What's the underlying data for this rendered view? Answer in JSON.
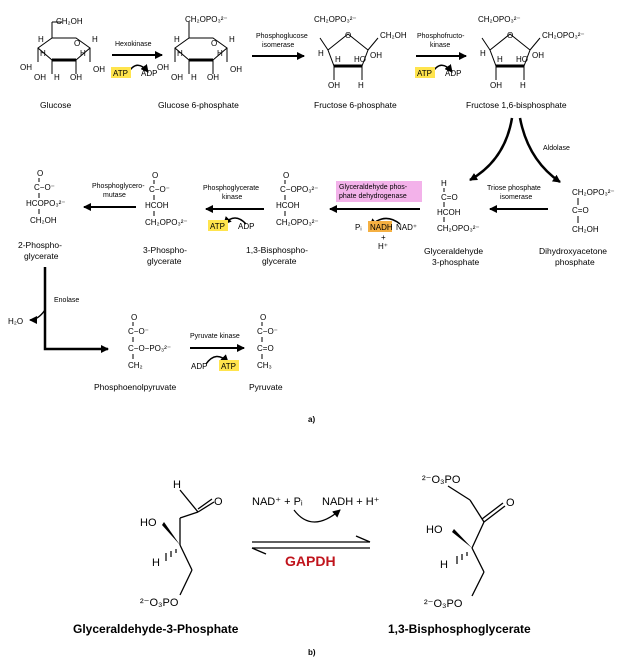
{
  "colors": {
    "atp_highlight": "#ffe44d",
    "nadh_highlight": "#f5b042",
    "enzyme_box": "#f3b2ea",
    "gapdh_red": "#c0141c"
  },
  "part_a": {
    "label": "a)",
    "molecules": {
      "glucose": "Glucose",
      "g6p": "Glucose 6-phosphate",
      "f6p": "Fructose 6-phosphate",
      "f16bp": "Fructose 1,6-bisphosphate",
      "dhap_1": "Dihydroxyacetone",
      "dhap_2": "phosphate",
      "gap_1": "Glyceraldehyde",
      "gap_2": "3-phosphate",
      "bpg_1": "1,3-Bisphospho-",
      "bpg_2": "glycerate",
      "pg3_1": "3-Phospho-",
      "pg3_2": "glycerate",
      "pg2_1": "2-Phospho-",
      "pg2_2": "glycerate",
      "pep": "Phosphoenolpyruvate",
      "pyruvate": "Pyruvate"
    },
    "enzymes": {
      "hexokinase": "Hexokinase",
      "pgi_1": "Phosphoglucose",
      "pgi_2": "isomerase",
      "pfk_1": "Phosphofructo-",
      "pfk_2": "kinase",
      "aldolase": "Aldolase",
      "tpi_1": "Triose phosphate",
      "tpi_2": "isomerase",
      "gapdh_1": "Glyceraldehyde phos-",
      "gapdh_2": "phate dehydrogenase",
      "pgk_1": "Phosphoglycerate",
      "pgk_2": "kinase",
      "pgm_1": "Phosphoglycero-",
      "pgm_2": "mutase",
      "enolase": "Enolase",
      "pk": "Pyruvate kinase"
    },
    "cofactors": {
      "atp": "ATP",
      "adp": "ADP",
      "nadh": "NADH",
      "nad": "NAD⁺",
      "pi": "Pᵢ",
      "plus": "+",
      "hplus": "H⁺",
      "h2o": "H₂O"
    }
  },
  "part_b": {
    "label": "b)",
    "reactants": "NAD⁺ + Pᵢ",
    "products": "NADH + H⁺",
    "enzyme": "GAPDH",
    "left_molecule": "Glyceraldehyde-3-Phosphate",
    "right_molecule": "1,3-Bisphosphoglycerate",
    "atoms": {
      "h": "H",
      "o": "O",
      "ho": "HO",
      "opo3": "²⁻O₃PO"
    }
  }
}
